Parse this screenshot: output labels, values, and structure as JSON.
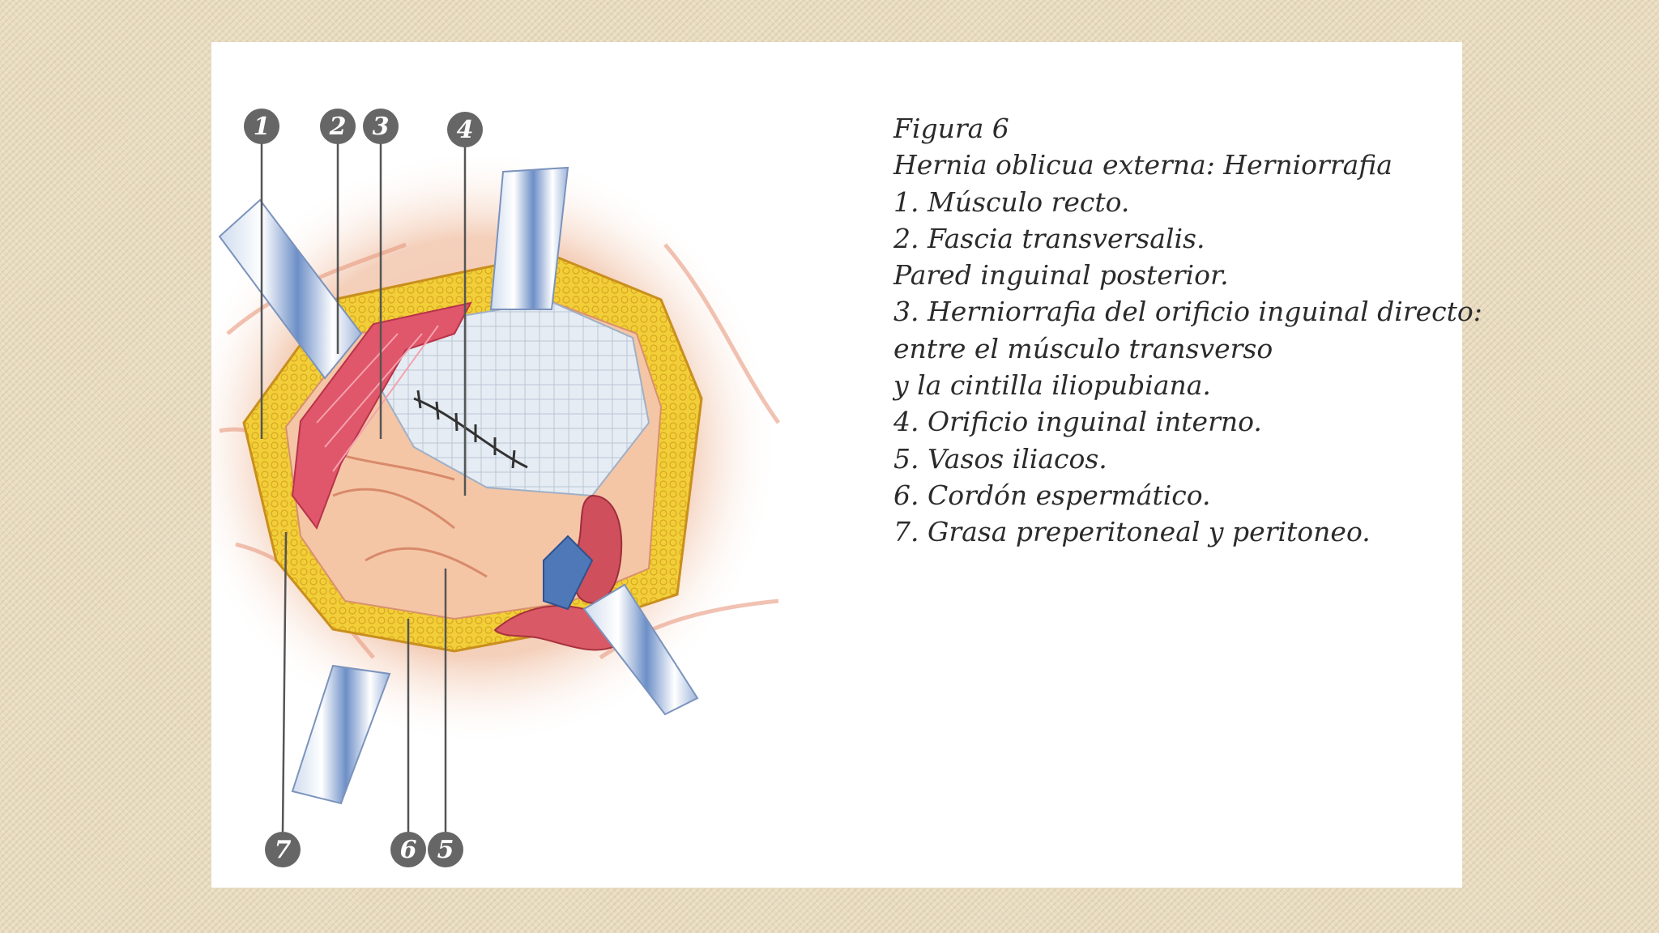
{
  "figure": {
    "caption_lines": [
      "Figura 6",
      "Hernia oblicua externa: Herniorrafia",
      "1. Músculo recto.",
      "2. Fascia transversalis.",
      "Pared inguinal posterior.",
      "3. Herniorrafia del orificio inguinal directo:",
      "entre el músculo transverso",
      "y la cintilla iliopubiana.",
      "4. Orificio inguinal interno.",
      "5. Vasos iliacos.",
      "6. Cordón espermático.",
      "7. Grasa preperitoneal y peritoneo."
    ],
    "markers": [
      "1",
      "2",
      "3",
      "4",
      "5",
      "6",
      "7"
    ]
  },
  "colors": {
    "background": "#e9dcc0",
    "marker": "#666666",
    "fat": "#f2cf38",
    "muscle": "#e0566a",
    "fascia": "#dfe6ef",
    "retractor": "#4f78b8",
    "vessel": "#c94a5a"
  }
}
